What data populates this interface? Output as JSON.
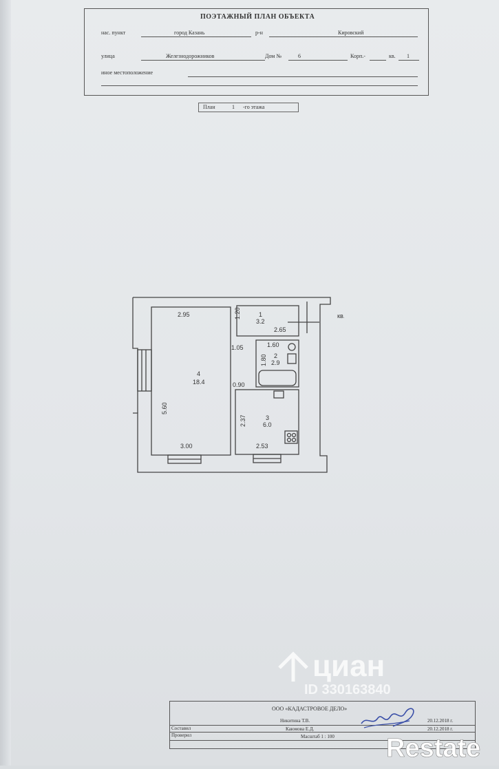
{
  "header": {
    "title": "ПОЭТАЖНЫЙ ПЛАН ОБЪЕКТА",
    "settlement_label": "нас. пункт",
    "settlement_value": "город Казань",
    "district_label": "р-н",
    "district_value": "Кировский",
    "street_label": "улица",
    "street_value": "Железнодорожников",
    "house_label": "Дом №",
    "house_value": "6",
    "building_label": "Корп.-",
    "apt_label": "кв.",
    "apt_value": "1",
    "other_location_label": "иное местоположение"
  },
  "plan_label": {
    "prefix": "План",
    "floor": "1",
    "suffix": "-го этажа"
  },
  "floorplan": {
    "apartment_label": "кв. 1",
    "dimensions": [
      "2.95",
      "1.20",
      "2.65",
      "1.60",
      "1.05",
      "1.80",
      "0.90",
      "5.60",
      "2.37",
      "3.00",
      "2.53"
    ],
    "rooms": [
      {
        "number": "1",
        "area": "3.2"
      },
      {
        "number": "2",
        "area": "2.9"
      },
      {
        "number": "3",
        "area": "6.0"
      },
      {
        "number": "4",
        "area": "18.4"
      }
    ]
  },
  "footer": {
    "org": "ООО «КАДАСТРОВОЕ ДЕЛО»",
    "composed_label": "Составил",
    "composed_name": "Никитина Т.В.",
    "composed_date": "20.12.2018 г.",
    "checked_label": "Проверил",
    "checked_name": "Каюмова Е.Д.",
    "checked_date": "20.12.2018 г.",
    "scale": "Масштаб 1 : 100"
  },
  "watermark": {
    "brand": "циан",
    "id": "ID 330163840"
  },
  "corner_brand": "Restate",
  "colors": {
    "ink": "#3a3a3a",
    "watermark": "#ffffff",
    "signature": "#3a4fa8"
  }
}
